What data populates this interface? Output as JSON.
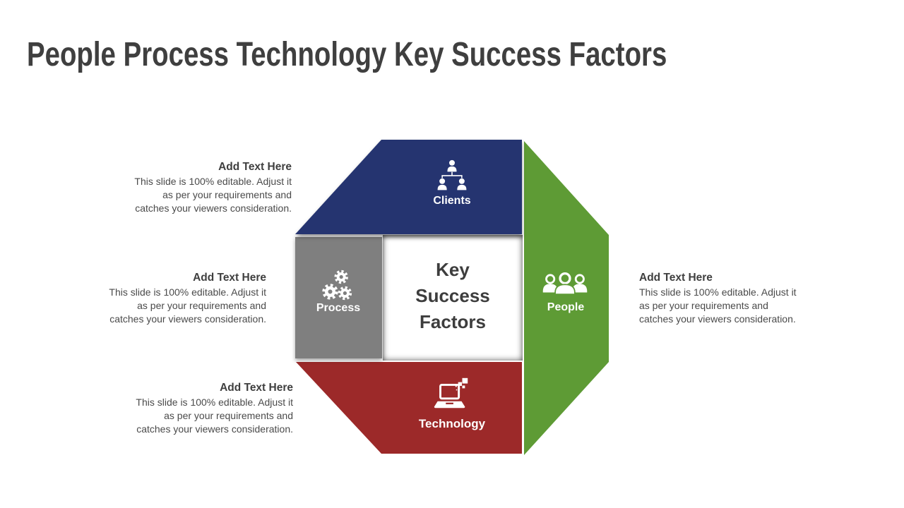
{
  "slide": {
    "title": "People Process Technology Key Success Factors",
    "background": "#FFFFFF"
  },
  "colors": {
    "clients_blue": "#253470",
    "people_green": "#5E9B35",
    "process_gray": "#7F7F7F",
    "technology_red": "#9C2929",
    "title_text": "#3F3F3F",
    "body_text": "#4A4A4A",
    "center_text": "#3D3D3D",
    "segment_label_text": "#FFFFFF"
  },
  "diagram": {
    "shape": "octagon",
    "center": {
      "lines": [
        "Key",
        "Success",
        "Factors"
      ]
    },
    "segments": [
      {
        "id": "clients",
        "label": "Clients",
        "icon": "org-chart-icon",
        "color": "#253470",
        "position": "top"
      },
      {
        "id": "people",
        "label": "People",
        "icon": "people-group-icon",
        "color": "#5E9B35",
        "position": "right"
      },
      {
        "id": "process",
        "label": "Process",
        "icon": "gears-icon",
        "color": "#7F7F7F",
        "position": "left"
      },
      {
        "id": "technology",
        "label": "Technology",
        "icon": "laptop-icon",
        "color": "#9C2929",
        "position": "bottom"
      }
    ]
  },
  "text_blocks": [
    {
      "position": "left-top",
      "align": "right",
      "heading": "Add Text Here",
      "lines": [
        "This slide is 100% editable. Adjust it",
        "as per your requirements and",
        "catches your viewers consideration."
      ]
    },
    {
      "position": "left-middle",
      "align": "right",
      "heading": "Add Text Here",
      "lines": [
        "This slide is 100% editable. Adjust it",
        "as per your requirements and",
        "catches your viewers consideration."
      ]
    },
    {
      "position": "left-bottom",
      "align": "right",
      "heading": "Add Text Here",
      "lines": [
        "This slide is 100% editable. Adjust it",
        "as per your requirements and",
        "catches your viewers consideration."
      ]
    },
    {
      "position": "right-middle",
      "align": "left",
      "heading": "Add Text Here",
      "lines": [
        "This slide is 100% editable. Adjust it",
        "as per your requirements and",
        "catches your viewers consideration."
      ]
    }
  ]
}
